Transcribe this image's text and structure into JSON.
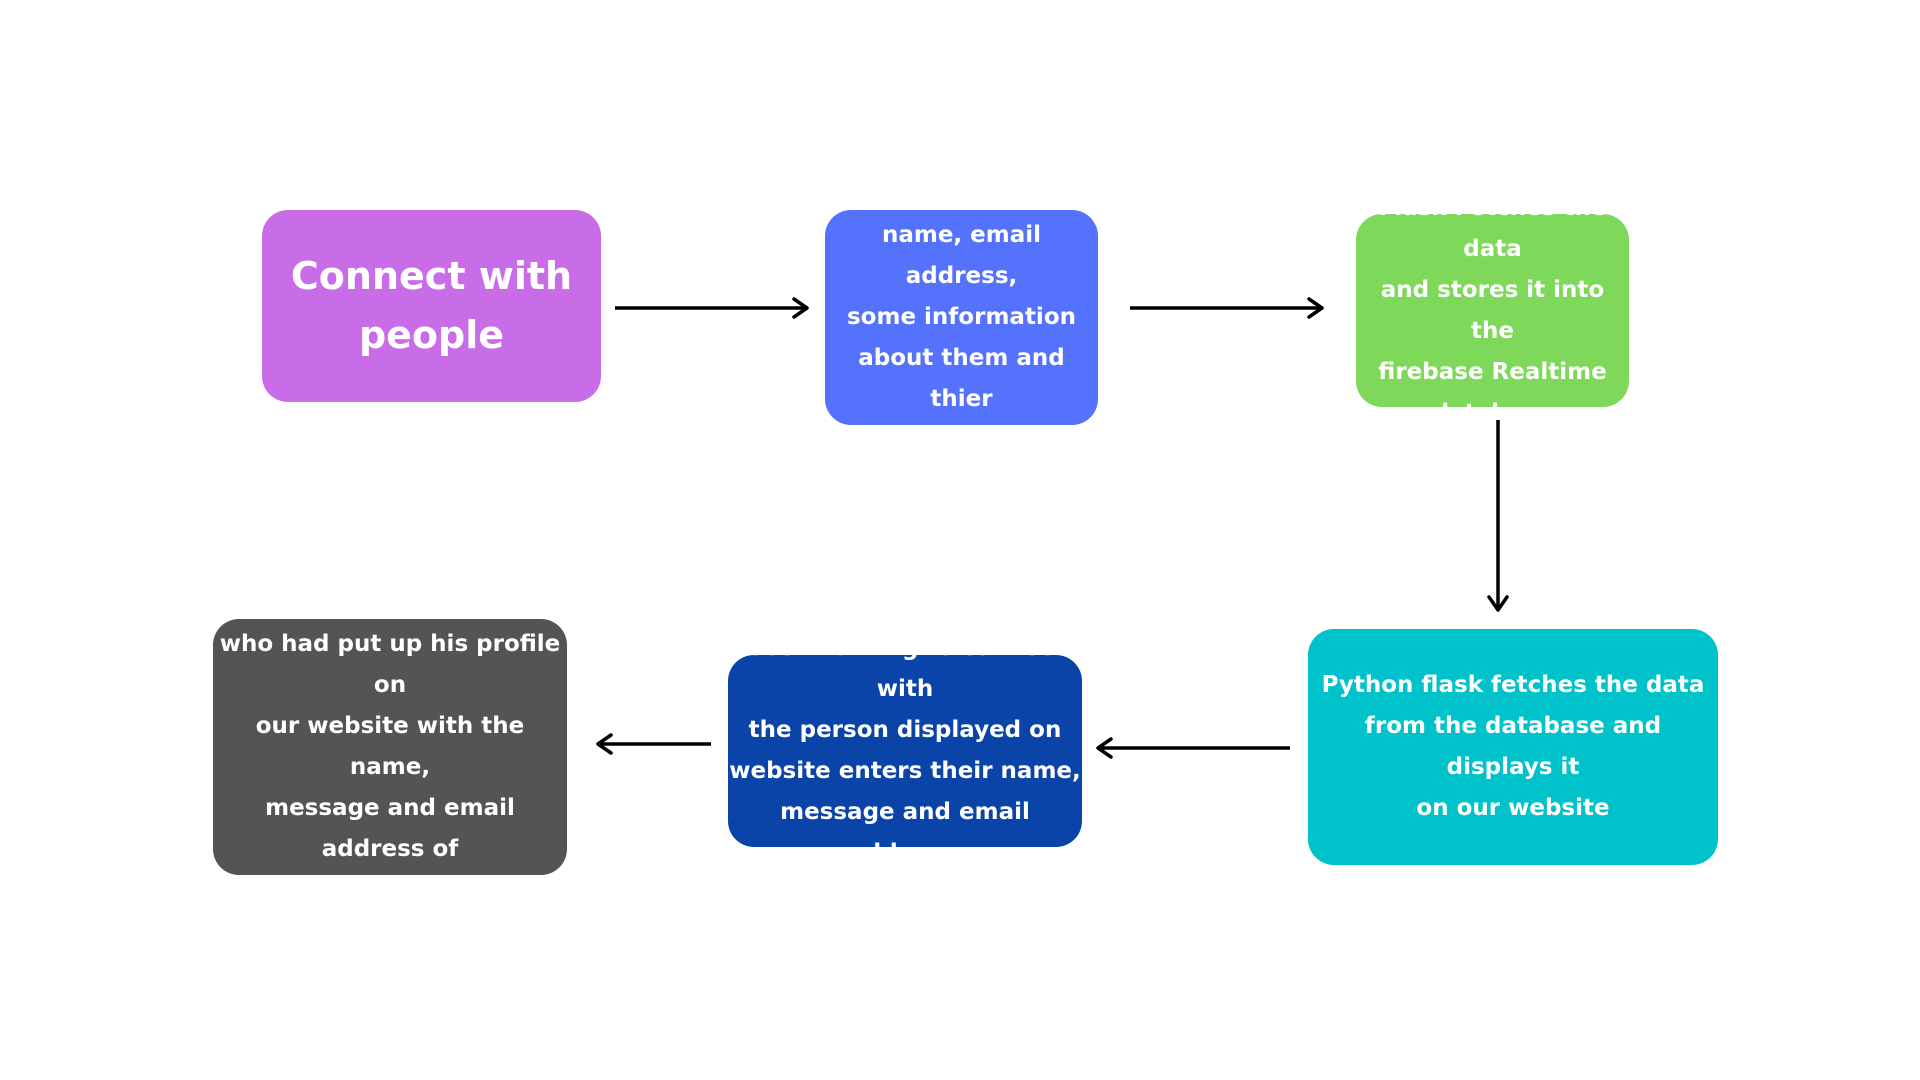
{
  "colors": {
    "background": "#ffffff",
    "arrow": "#000000",
    "text": "#ffffff"
  },
  "nodes": [
    {
      "id": "n1",
      "name": "node-connect-with-people",
      "text": "Connect with\npeople",
      "color": "#c86ce8"
    },
    {
      "id": "n2",
      "name": "node-user-enters-info",
      "text": "User enters their\nname, email address,\nsome information\nabout them and thier\nsocial media links",
      "color": "#5472fb"
    },
    {
      "id": "n3",
      "name": "node-flask-stores-data",
      "text": "Flask Fetches the data\nand stores it into the\nfirebase Realtime\ndatabase",
      "color": "#7ed85a"
    },
    {
      "id": "n4",
      "name": "node-python-flask-displays",
      "text": "Python flask fetches the data\nfrom the database and displays it\non our website",
      "color": "#00c2cb"
    },
    {
      "id": "n5",
      "name": "node-user-wanting-to-connect",
      "text": "User wanting to connect with\nthe person displayed on\nwebsite enters their name,\nmessage and email address.",
      "color": "#0b44a8"
    },
    {
      "id": "n6",
      "name": "node-email-sent",
      "text": "An Email is sent to the person\nwho had put up his profile on\nour website with  the name,\nmessage and email address  of\nthe person wanting  to\nconnect",
      "color": "#545454"
    }
  ],
  "edges": [
    {
      "from": "n1",
      "to": "n2"
    },
    {
      "from": "n2",
      "to": "n3"
    },
    {
      "from": "n3",
      "to": "n4"
    },
    {
      "from": "n4",
      "to": "n5"
    },
    {
      "from": "n5",
      "to": "n6"
    }
  ]
}
